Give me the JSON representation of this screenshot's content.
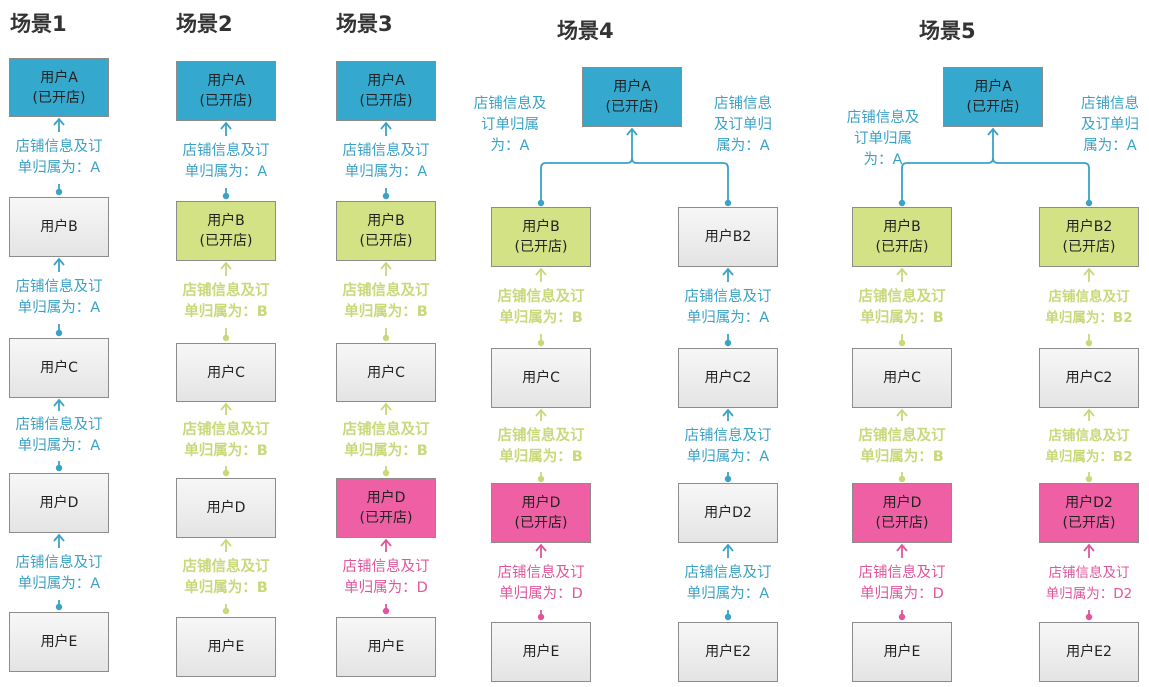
{
  "titles": [
    "场景1",
    "场景2",
    "场景3",
    "场景4",
    "场景5"
  ],
  "nodes": {
    "s1_A": [
      "用户A",
      "(已开店)"
    ],
    "s1_B": [
      "用户B"
    ],
    "s1_C": [
      "用户C"
    ],
    "s1_D": [
      "用户D"
    ],
    "s1_E": [
      "用户E"
    ],
    "s2_A": [
      "用户A",
      "(已开店)"
    ],
    "s2_B": [
      "用户B",
      "(已开店)"
    ],
    "s2_C": [
      "用户C"
    ],
    "s2_D": [
      "用户D"
    ],
    "s2_E": [
      "用户E"
    ],
    "s3_A": [
      "用户A",
      "(已开店)"
    ],
    "s3_B": [
      "用户B",
      "(已开店)"
    ],
    "s3_C": [
      "用户C"
    ],
    "s3_D": [
      "用户D",
      "(已开店)"
    ],
    "s3_E": [
      "用户E"
    ],
    "s4_A": [
      "用户A",
      "(已开店)"
    ],
    "s4_B": [
      "用户B",
      "(已开店)"
    ],
    "s4_C": [
      "用户C"
    ],
    "s4_D": [
      "用户D",
      "(已开店)"
    ],
    "s4_E": [
      "用户E"
    ],
    "s4_B2": [
      "用户B2"
    ],
    "s4_C2": [
      "用户C2"
    ],
    "s4_D2": [
      "用户D2"
    ],
    "s4_E2": [
      "用户E2"
    ],
    "s5_A": [
      "用户A",
      "(已开店)"
    ],
    "s5_B": [
      "用户B",
      "(已开店)"
    ],
    "s5_C": [
      "用户C"
    ],
    "s5_D": [
      "用户D",
      "(已开店)"
    ],
    "s5_E": [
      "用户E"
    ],
    "s5_B2": [
      "用户B2",
      "(已开店)"
    ],
    "s5_C2": [
      "用户C2"
    ],
    "s5_D2": [
      "用户D2",
      "(已开店)"
    ],
    "s5_E2": [
      "用户E2"
    ]
  },
  "edge_labels": {
    "s1_1": [
      "店铺信息及订",
      "单归属为：A"
    ],
    "s1_2": [
      "店铺信息及订",
      "单归属为：A"
    ],
    "s1_3": [
      "店铺信息及订",
      "单归属为：A"
    ],
    "s1_4": [
      "店铺信息及订",
      "单归属为：A"
    ],
    "s2_1": [
      "店铺信息及订",
      "单归属为：A"
    ],
    "s2_2": [
      "店铺信息及订",
      "单归属为：B"
    ],
    "s2_3": [
      "店铺信息及订",
      "单归属为：B"
    ],
    "s2_4": [
      "店铺信息及订",
      "单归属为：B"
    ],
    "s3_1": [
      "店铺信息及订",
      "单归属为：A"
    ],
    "s3_2": [
      "店铺信息及订",
      "单归属为：B"
    ],
    "s3_3": [
      "店铺信息及订",
      "单归属为：B"
    ],
    "s3_4": [
      "店铺信息及订",
      "单归属为：D"
    ],
    "s4_top_left": [
      "店铺信息及",
      "订单归属",
      "为：A"
    ],
    "s4_top_right": [
      "店铺信息",
      "及订单归",
      "属为：A"
    ],
    "s4_L2": [
      "店铺信息及订",
      "单归属为：B"
    ],
    "s4_L3": [
      "店铺信息及订",
      "单归属为：B"
    ],
    "s4_L4": [
      "店铺信息及订",
      "单归属为：D"
    ],
    "s4_R2": [
      "店铺信息及订",
      "单归属为：A"
    ],
    "s4_R3": [
      "店铺信息及订",
      "单归属为：A"
    ],
    "s4_R4": [
      "店铺信息及订",
      "单归属为：A"
    ],
    "s5_top_left": [
      "店铺信息及",
      "订单归属",
      "为：A"
    ],
    "s5_top_right": [
      "店铺信息",
      "及订单归",
      "属为：A"
    ],
    "s5_L2": [
      "店铺信息及订",
      "单归属为：B"
    ],
    "s5_L3": [
      "店铺信息及订",
      "单归属为：B"
    ],
    "s5_L4": [
      "店铺信息及订",
      "单归属为：D"
    ],
    "s5_R2": [
      "店铺信息及订",
      "单归属为：B2"
    ],
    "s5_R3": [
      "店铺信息及订",
      "单归属为：B2"
    ],
    "s5_R4": [
      "店铺信息及订",
      "单归属为：D2"
    ]
  },
  "colors": {
    "blue": "#35a8ce",
    "green": "#d3e285",
    "pink": "#ee5fa4",
    "gray": "#eeeeee",
    "blue_text": "#3aa2c6",
    "green_text": "#c9d87a",
    "pink_text": "#e0569c"
  }
}
